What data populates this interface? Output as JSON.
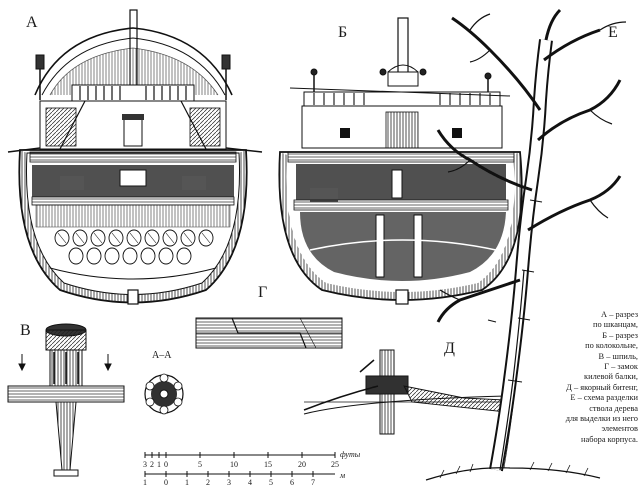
{
  "figure_labels": {
    "a": "А",
    "b": "Б",
    "v": "В",
    "g": "Г",
    "d": "Д",
    "e": "Е",
    "section_aa": "А–А"
  },
  "legend": [
    "А – разрез",
    "по шканцам,",
    "Б – разрез",
    "по колокольне,",
    "В – шпиль,",
    "Г – замок",
    "килевой балки,",
    "Д – якорный битенг,",
    "Е – схема разделки",
    "ствола дерева",
    "для выделки из него",
    "элементов",
    "набора корпуса."
  ],
  "scale": {
    "feet_label": "футы",
    "meters_label": "м",
    "feet_ticks": [
      "3",
      "2",
      "1",
      "0",
      "5",
      "10",
      "15",
      "20",
      "25"
    ],
    "meter_ticks": [
      "1",
      "0",
      "1",
      "2",
      "3",
      "4",
      "5",
      "6",
      "7"
    ]
  }
}
